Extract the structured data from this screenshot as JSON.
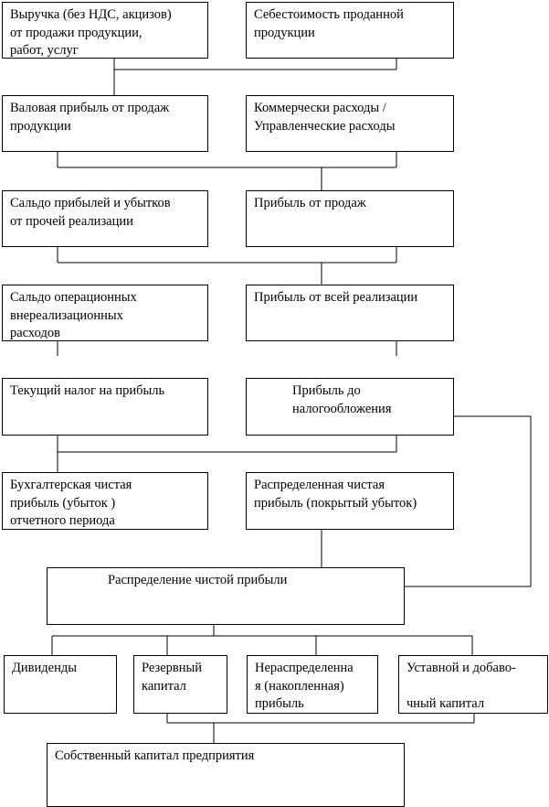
{
  "diagram": {
    "boxes": [
      {
        "id": "revenue",
        "lines": [
          "Выручка (без НДС, акцизов)",
          "от продажи продукции,",
          "работ, услуг"
        ]
      },
      {
        "id": "cost",
        "lines": [
          "Себестоимость проданной",
          "продукции"
        ]
      },
      {
        "id": "gross_profit",
        "lines": [
          "Валовая прибыль от продаж",
          "продукции"
        ]
      },
      {
        "id": "commercial_expenses",
        "lines": [
          "Коммерчески расходы /",
          "Управленческие расходы"
        ]
      },
      {
        "id": "other_sales_balance",
        "lines": [
          "Сальдо прибылей и убытков",
          "от прочей реализации"
        ]
      },
      {
        "id": "sales_profit",
        "lines": [
          "Прибыль от продаж"
        ]
      },
      {
        "id": "operating_balance",
        "lines": [
          "Сальдо операционных",
          "внереализационных",
          "расходов"
        ]
      },
      {
        "id": "total_sales_profit",
        "lines": [
          "Прибыль от всей реализации"
        ]
      },
      {
        "id": "current_tax",
        "lines": [
          "Текущий налог на прибыль"
        ]
      },
      {
        "id": "pretax_profit",
        "lines": [
          "Прибыль до",
          "налогообложения"
        ]
      },
      {
        "id": "net_profit",
        "lines": [
          "Бухгалтерская чистая",
          "прибыль (убыток )",
          "отчетного периода"
        ]
      },
      {
        "id": "distributed_profit",
        "lines": [
          "Распределенная чистая",
          "прибыль (покрытый убыток)"
        ]
      },
      {
        "id": "distribution",
        "lines": [
          "Распределение чистой прибыли"
        ]
      },
      {
        "id": "dividends",
        "lines": [
          "Дивиденды"
        ]
      },
      {
        "id": "reserve",
        "lines": [
          "Резервный",
          "капитал"
        ]
      },
      {
        "id": "retained",
        "lines": [
          "Нераспределенна",
          "я (накопленная)",
          "прибыль"
        ]
      },
      {
        "id": "charter",
        "lines": [
          "Уставной и добаво-",
          "",
          "чный капитал"
        ]
      },
      {
        "id": "equity",
        "lines": [
          "Собственный капитал предприятия"
        ]
      }
    ]
  }
}
